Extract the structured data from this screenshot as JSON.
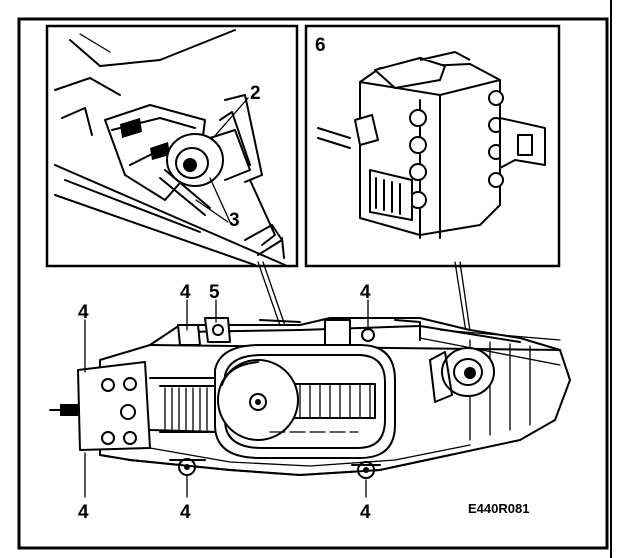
{
  "figure_code": "E440R081",
  "callouts": {
    "c2": "2",
    "c3": "3",
    "c4": "4",
    "c5": "5",
    "c6": "6"
  }
}
